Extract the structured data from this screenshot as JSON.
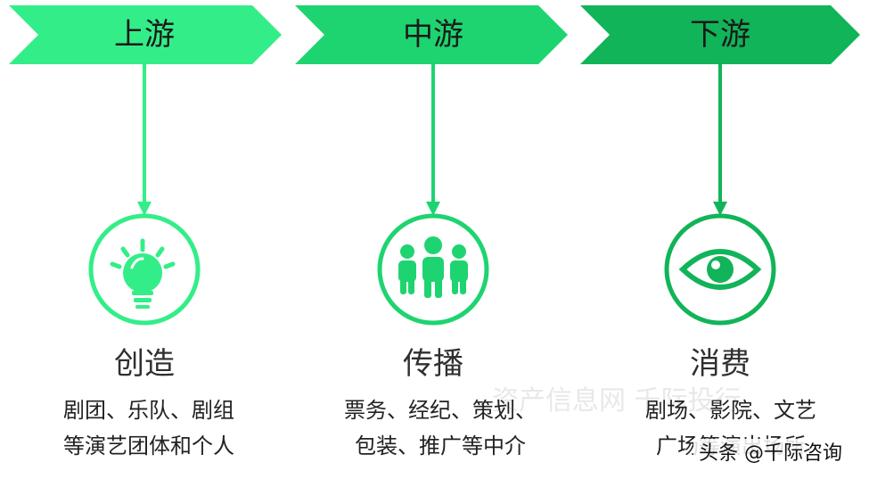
{
  "colors": {
    "upstream": "#33ee88",
    "midstream": "#1ed470",
    "downstream": "#11b458"
  },
  "stages": [
    {
      "label": "上游",
      "icon": "lightbulb-icon",
      "title": "创造",
      "lines": [
        "剧团、乐队、剧组",
        "等演艺团体和个人"
      ]
    },
    {
      "label": "中游",
      "icon": "people-group-icon",
      "title": "传播",
      "lines": [
        "票务、经纪、策划、",
        "包装、推广等中介"
      ]
    },
    {
      "label": "下游",
      "icon": "eye-icon",
      "title": "消费",
      "lines": [
        "剧场、影院、文艺",
        "广场等演出场所"
      ]
    }
  ],
  "watermark": "资产信息网 千际投行",
  "credit": "头条 @千际咨询"
}
